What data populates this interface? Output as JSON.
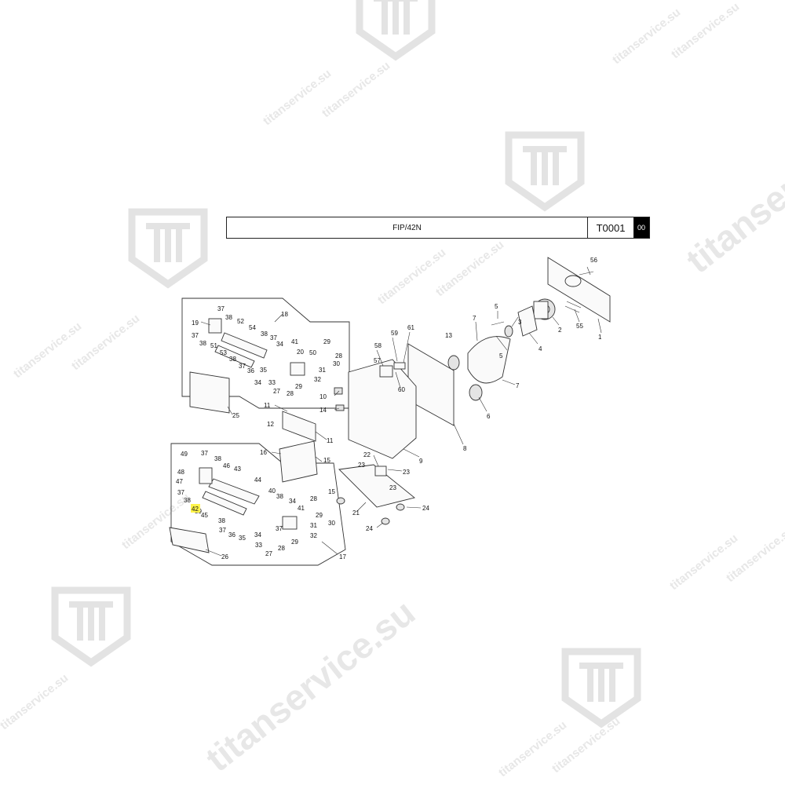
{
  "header": {
    "title": "FIP/42N",
    "code": "T0001",
    "revision": "00"
  },
  "watermark": {
    "text": "titanservice.su",
    "logo_icon": "titan-shield-logo-icon"
  },
  "diagram": {
    "highlighted_callout": "42",
    "callouts": [
      "1",
      "2",
      "3",
      "4",
      "5",
      "6",
      "7",
      "8",
      "9",
      "10",
      "11",
      "12",
      "13",
      "14",
      "15",
      "16",
      "17",
      "18",
      "19",
      "20",
      "21",
      "22",
      "23",
      "24",
      "25",
      "26",
      "27",
      "28",
      "29",
      "30",
      "31",
      "32",
      "33",
      "34",
      "35",
      "36",
      "37",
      "38",
      "39",
      "40",
      "41",
      "42",
      "43",
      "44",
      "45",
      "46",
      "47",
      "48",
      "49",
      "50",
      "51",
      "52",
      "53",
      "54",
      "55",
      "56",
      "57",
      "58",
      "59",
      "60",
      "61"
    ]
  },
  "colors": {
    "highlight": "#fff44a",
    "watermark": "#e7e7e7",
    "line": "#333333"
  }
}
